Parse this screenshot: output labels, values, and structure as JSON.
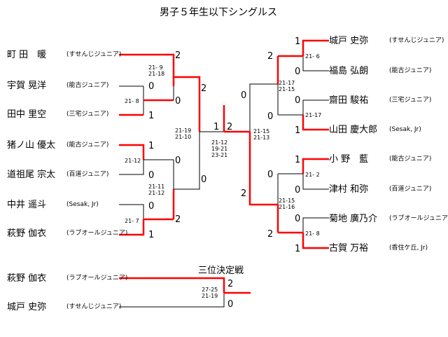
{
  "title": "男子５年生以下シングルス",
  "left_players": [
    {
      "name": "町 田　暖",
      "club": "(すせんじジュニア)"
    },
    {
      "name": "宇賀 晃洋",
      "club": "(能古ジュニア)"
    },
    {
      "name": "田中 里空",
      "club": "(三宅ジュニア)"
    },
    {
      "name": "猪ノ山 優太",
      "club": "(能古ジュニア)"
    },
    {
      "name": "道祖尾 宗太",
      "club": "(百道ジュニア)"
    },
    {
      "name": "中井 遥斗",
      "club": "(Sesak, Jr)"
    },
    {
      "name": "萩野 伽衣",
      "club": "(ラブオールジュニア)"
    }
  ],
  "right_players": [
    {
      "name": "城戸 史弥",
      "club": "(すせんじジュニア)"
    },
    {
      "name": "福島 弘朗",
      "club": "(能古ジュニア)"
    },
    {
      "name": "齋田 駿祐",
      "club": "(三宅ジュニア)"
    },
    {
      "name": "山田 慶大郎",
      "club": "(Sesak, Jr)"
    },
    {
      "name": "小 野　藍",
      "club": "(能古ジュニア)"
    },
    {
      "name": "津村 和弥",
      "club": "(百道ジュニア)"
    },
    {
      "name": "菊地 廣乃介",
      "club": "(ラブオールジュニア)"
    },
    {
      "name": "古賀 万裕",
      "club": "(香住ケ丘, Jr)"
    }
  ],
  "left_results": {
    "r1_m1": {
      "top": "0",
      "bottom": "1",
      "score": "21- 8"
    },
    "r1_m2": {
      "top": "1",
      "bottom": "0",
      "score": "21-12"
    },
    "r1_m3": {
      "top": "0",
      "bottom": "1",
      "score": "21- 7"
    },
    "r2_m1": {
      "top": "2",
      "bottom": "0",
      "score": "21- 9\n21-18"
    },
    "r2_m2": {
      "top": "0",
      "bottom": "2",
      "score": "21-11\n21-12"
    },
    "sf": {
      "top": "2",
      "bottom": "0",
      "score": "21-19\n21-10"
    }
  },
  "right_results": {
    "r1_m1": {
      "top": "1",
      "bottom": "0",
      "score": "21- 6"
    },
    "r1_m2": {
      "top": "0",
      "bottom": "1",
      "score": "21-17"
    },
    "r1_m3": {
      "top": "1",
      "bottom": "0",
      "score": "21- 2"
    },
    "r1_m4": {
      "top": "0",
      "bottom": "1",
      "score": "21- 8"
    },
    "r2_m1": {
      "top": "2",
      "bottom": "0",
      "score": "21-17\n21-15"
    },
    "r2_m2": {
      "top": "0",
      "bottom": "2",
      "score": "21-15\n21-16"
    },
    "sf": {
      "top": "0",
      "bottom": "2",
      "score": "21-15\n21-13"
    }
  },
  "final": {
    "left": "1",
    "right": "2",
    "score": "21-12\n19-21\n23-21"
  },
  "third_place": {
    "title": "三位決定戦",
    "players": [
      {
        "name": "萩野 伽衣",
        "club": "(ラブオールジュニア)"
      },
      {
        "name": "城戸 史弥",
        "club": "(すせんじジュニア)"
      }
    ],
    "top": "2",
    "bottom": "0",
    "score": "27-25\n21-19"
  },
  "colors": {
    "winner_line": "#ff0000",
    "line": "#000000"
  }
}
